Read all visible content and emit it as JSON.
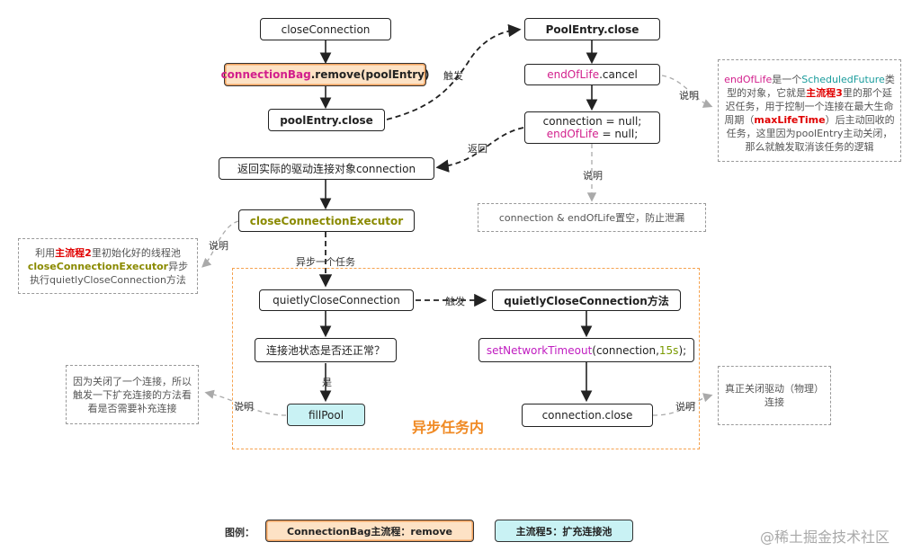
{
  "nodes": {
    "close_connection": "closeConnection",
    "bag_remove": {
      "a": "connectionBag",
      "b": ".remove(poolEntry)"
    },
    "pool_entry_close": "poolEntry.close",
    "pool_entry_close_def": "PoolEntry.close",
    "end_of_life_cancel": {
      "a": "endOfLife",
      "b": ".cancel"
    },
    "null_assign": {
      "line1": "connection = null;",
      "line2a": "endOfLife",
      "line2b": " = null;"
    },
    "return_connection": "返回实际的驱动连接对象connection",
    "executor": "closeConnectionExecutor",
    "quietly_close": "quietlyCloseConnection",
    "quietly_close_method": "quietlyCloseConnection方法",
    "pool_state": "连接池状态是否还正常？",
    "fill_pool": "fillPool",
    "set_timeout": {
      "a": "setNetworkTimeout",
      "b": "(connection, ",
      "c": "15s",
      "d": ");"
    },
    "connection_close": "connection.close"
  },
  "labels": {
    "trigger1": "触发",
    "trigger2": "触发",
    "return": "返回",
    "explain1": "说明",
    "explain2": "说明",
    "explain3": "说明",
    "explain4": "说明",
    "explain5": "说明",
    "async_task": "异步一个任务",
    "yes": "是",
    "async_inside": "异步任务内"
  },
  "notes": {
    "end_of_life": {
      "p1": "endOfLife",
      "p2": "是一个",
      "p3": "ScheduledFuture",
      "p4": "类型的对象，它就是",
      "p5": "主流程3",
      "p6": "里的那个延迟任务，用于控制一个连接在最大生命周期（",
      "p7": "maxLifeTime",
      "p8": "）后主动回收的任务，这里因为poolEntry主动关闭，那么就触发取消该任务的逻辑"
    },
    "nullify": "connection & endOfLife置空，防止泄漏",
    "executor": {
      "p1": "利用",
      "p2": "主流程2",
      "p3": "里初始化好的线程池",
      "p4": "closeConnectionExecutor",
      "p5": "异步执行quietlyCloseConnection方法"
    },
    "fill": "因为关闭了一个连接，所以触发一下扩充连接的方法看看是否需要补充连接",
    "real_close": "真正关闭驱动（物理）连接"
  },
  "legend": {
    "title": "图例：",
    "orange": "ConnectionBag主流程：remove",
    "cyan": "主流程5：扩充连接池"
  },
  "watermark": "@稀土掘金技术社区",
  "colors": {
    "orange_fill": "#fde2c5",
    "orange_border": "#f1a15d",
    "cyan_fill": "#c9f2f4",
    "async_border": "#f5a24f",
    "pink": "#d21f8c",
    "red": "#e00000",
    "teal": "#1a9c9c",
    "olive": "#8a8a00"
  }
}
